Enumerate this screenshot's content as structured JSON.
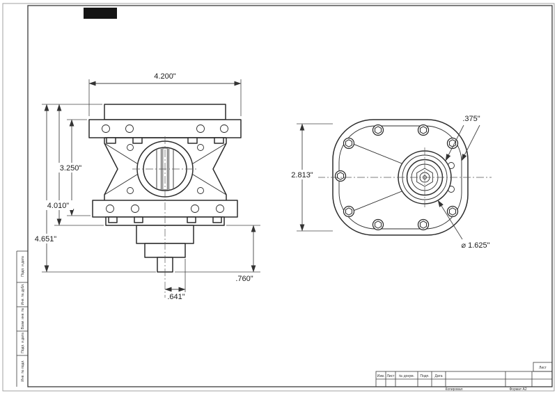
{
  "dims": {
    "top_width": "4.200\"",
    "height_3250": "3.250\"",
    "height_4010": "4.010\"",
    "height_4651": "4.651\"",
    "offset_641": ".641\"",
    "height_760": ".760\"",
    "front_height": "2.813\"",
    "bolt_offset": ".375\"",
    "hub_diameter": "⌀ 1.625\""
  },
  "sheet": {
    "margin_labels": [
      "Подп. и дата",
      "Инв. № дубл.",
      "Взам. инв. №",
      "Подп. и дата",
      "Инв. № подл."
    ],
    "title_block": {
      "labels": [
        "Изм.",
        "Лист",
        "№ докум.",
        "Подп.",
        "Дата"
      ],
      "right_cell": "Лист"
    },
    "footer": {
      "copied": "Копировал",
      "format": "Формат А2"
    }
  }
}
